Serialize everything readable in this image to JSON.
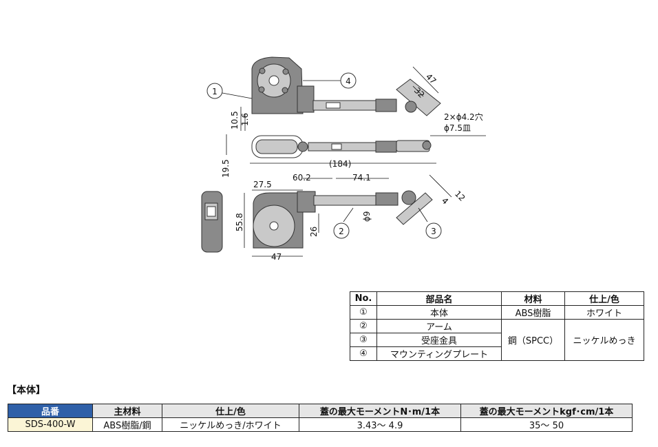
{
  "drawing": {
    "callouts": [
      "1",
      "2",
      "3",
      "4"
    ],
    "dims": {
      "d47_top": "47",
      "d32": "32",
      "d10_5": "10.5",
      "d1_6": "1.6",
      "hole_note_1": "2×ϕ4.2穴",
      "hole_note_2": "ϕ7.5皿",
      "d19_5": "19.5",
      "d184": "(184)",
      "d27_5": "27.5",
      "d60_2": "60.2",
      "d74_1": "74.1",
      "d12": "12",
      "d4": "4",
      "d55_8": "55.8",
      "d26": "26",
      "d9": "ϕ9",
      "d47_bottom": "47"
    }
  },
  "parts_table": {
    "headers": [
      "No.",
      "部品名",
      "材料",
      "仕上/色"
    ],
    "rows": [
      {
        "no": "①",
        "name": "本体",
        "material": "ABS樹脂",
        "finish": "ホワイト"
      },
      {
        "no": "②",
        "name": "アーム"
      },
      {
        "no": "③",
        "name": "受座金具"
      },
      {
        "no": "④",
        "name": "マウンティングプレート"
      }
    ],
    "shared_material": "鋼（SPCC）",
    "shared_finish": "ニッケルめっき"
  },
  "section_title": "【本体】",
  "spec_table": {
    "headers": [
      "品番",
      "主材料",
      "仕上/色",
      "蓋の最大モーメントN･m/1本",
      "蓋の最大モーメントkgf･cm/1本"
    ],
    "row": [
      "SDS-400-W",
      "ABS樹脂/鋼",
      "ニッケルめっき/ホワイト",
      "3.43～ 4.9",
      "35～ 50"
    ]
  }
}
